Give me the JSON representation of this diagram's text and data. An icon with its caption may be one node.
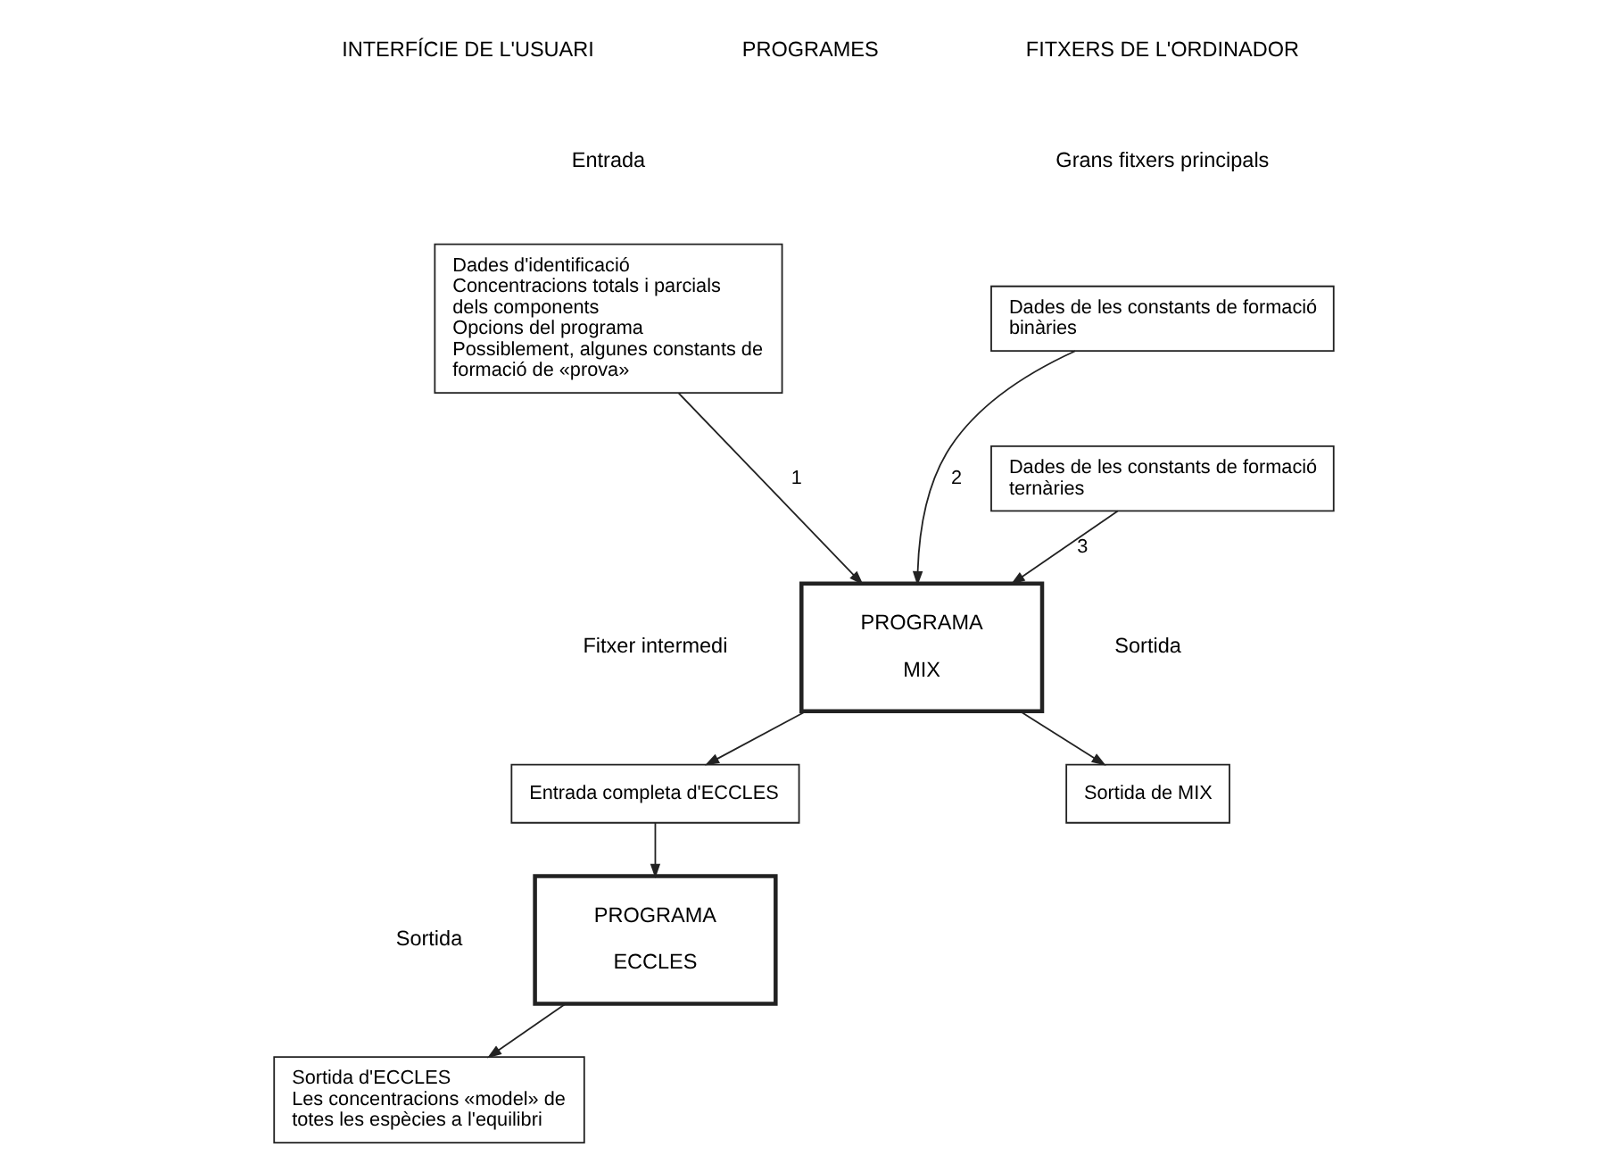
{
  "diagram": {
    "nodes": [
      {
        "text": [
          "Dades d'identificació",
          "Concentracions totals i parcials dels components",
          "Opcions del programa",
          "Possiblement, algunes constants de formació de «prova»"
        ]
      },
      {
        "text": [
          "Dades de les constants de formació binàries"
        ]
      },
      {
        "text": [
          "Dades de les constants de formació ternàries"
        ]
      },
      {
        "text": [
          "PROGRAMA",
          "MIX"
        ]
      },
      {
        "text": [
          "Entrada completa d'ECCLES"
        ]
      },
      {
        "text": [
          "Sortida de MIX"
        ]
      },
      {
        "text": [
          "PROGRAMA",
          "ECCLES"
        ]
      },
      {
        "text": [
          "Sortida d'ECCLES",
          "Les concentracions «model» de totes les espècies a l'equilibri"
        ]
      }
    ],
    "edges": [
      {
        "from": 0,
        "to": 3,
        "arrow": "to",
        "label": "1"
      },
      {
        "from": 1,
        "to": 3,
        "arrow": "to",
        "label": "2"
      },
      {
        "from": 2,
        "to": 3,
        "arrow": "to",
        "label": "3"
      },
      {
        "from": 3,
        "to": 4,
        "arrow": "to"
      },
      {
        "from": 3,
        "to": 5,
        "arrow": "to"
      },
      {
        "from": 4,
        "to": 6,
        "arrow": "to"
      },
      {
        "from": 6,
        "to": 7,
        "arrow": "to"
      }
    ],
    "labels": [
      "INTERFÍCIE DE L'USUARI",
      "PROGRAMES",
      "FITXERS DE L'ORDINADOR",
      "Entrada",
      "Grans fitxers principals",
      "Fitxer intermedi",
      "Sortida",
      "Sortida"
    ]
  }
}
